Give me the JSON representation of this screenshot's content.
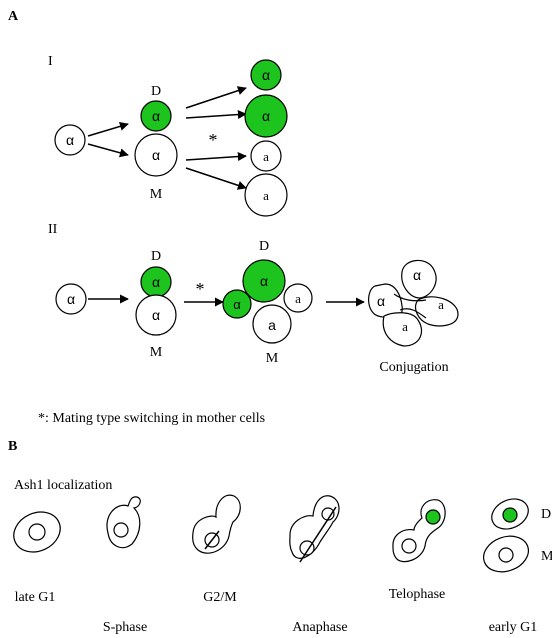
{
  "panel_a": {
    "label": "A",
    "row1": {
      "label": "I",
      "start": "α",
      "daughter_label": "D",
      "mother_label": "M",
      "daughter_cell": "α",
      "mother_cell": "α",
      "outputs": [
        "α",
        "α",
        "a",
        "a"
      ],
      "switch_marker": "*"
    },
    "row2": {
      "label": "II",
      "start": "α",
      "d_label_1": "D",
      "m_label_1": "M",
      "pair": [
        "α",
        "α"
      ],
      "switch_marker": "*",
      "cluster": [
        "α",
        "α",
        "a",
        "a"
      ],
      "d_label_2": "D",
      "m_label_2": "M",
      "conjugation_cells": [
        "α",
        "α",
        "a",
        "a"
      ],
      "conjugation_label": "Conjugation"
    },
    "footnote": "*: Mating type switching in mother cells"
  },
  "panel_b": {
    "label": "B",
    "title": "Ash1 localization",
    "stages_top": [
      "late G1",
      "G2/M",
      "Telophase",
      "early G1"
    ],
    "stages_bottom": [
      "S-phase",
      "Anaphase"
    ],
    "side_labels": [
      "D",
      "M"
    ]
  },
  "colors": {
    "ash1_green": "#1ec41e",
    "stroke": "#000000"
  }
}
